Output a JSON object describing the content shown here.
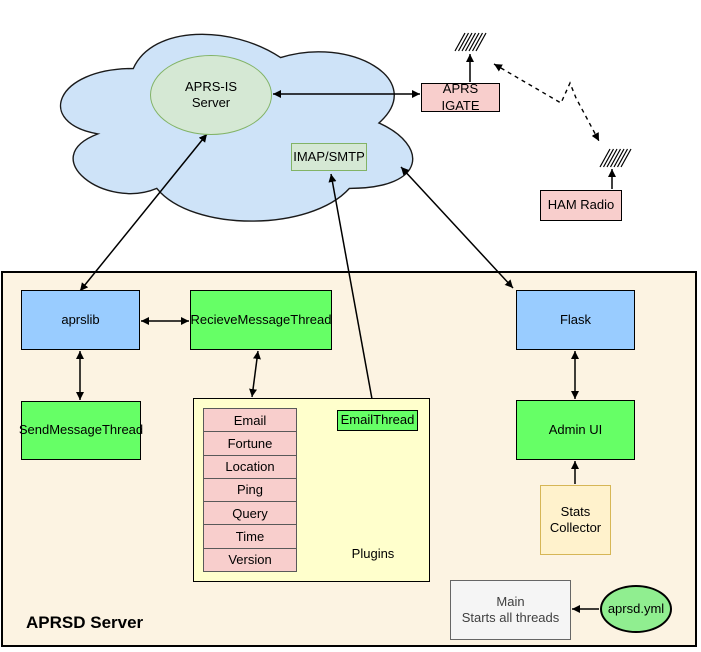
{
  "diagram": {
    "cloud": {
      "aprs_is_server": {
        "label": "APRS-IS\nServer"
      },
      "imap_smtp": {
        "label": "IMAP/SMTP"
      }
    },
    "radio": {
      "aprs_igate": {
        "label": "APRS IGATE"
      },
      "ham_radio": {
        "label": "HAM Radio"
      }
    },
    "aprsd_server": {
      "title": "APRSD Server",
      "aprslib": {
        "label": "aprslib"
      },
      "recieve_message_thread": {
        "label": "RecieveMessageThread"
      },
      "send_message_thread": {
        "label": "SendMessageThread"
      },
      "flask": {
        "label": "Flask"
      },
      "admin_ui": {
        "label": "Admin UI"
      },
      "stats_collector": {
        "label": "Stats\nCollector"
      },
      "email_thread": {
        "label": "EmailThread"
      },
      "plugins": {
        "label": "Plugins",
        "items": [
          "Email",
          "Fortune",
          "Location",
          "Ping",
          "Query",
          "Time",
          "Version"
        ]
      },
      "main": {
        "label": "Main\nStarts all threads"
      },
      "aprsd_yml": {
        "label": "aprsd.yml"
      }
    },
    "colors": {
      "cloud_fill": "#cee3f8",
      "soft_green_fill": "#d5e8d4",
      "soft_green_border": "#82b366",
      "bright_green": "#66ff66",
      "blue": "#99ccff",
      "pink": "#f8cecc",
      "container_beige": "#fcf3e2",
      "plugins_yellow": "#ffffcc",
      "stats_fill": "#fff2cc",
      "stats_border": "#d6b656",
      "main_gray": "#f5f5f5",
      "yml_green": "#90ee90"
    }
  }
}
